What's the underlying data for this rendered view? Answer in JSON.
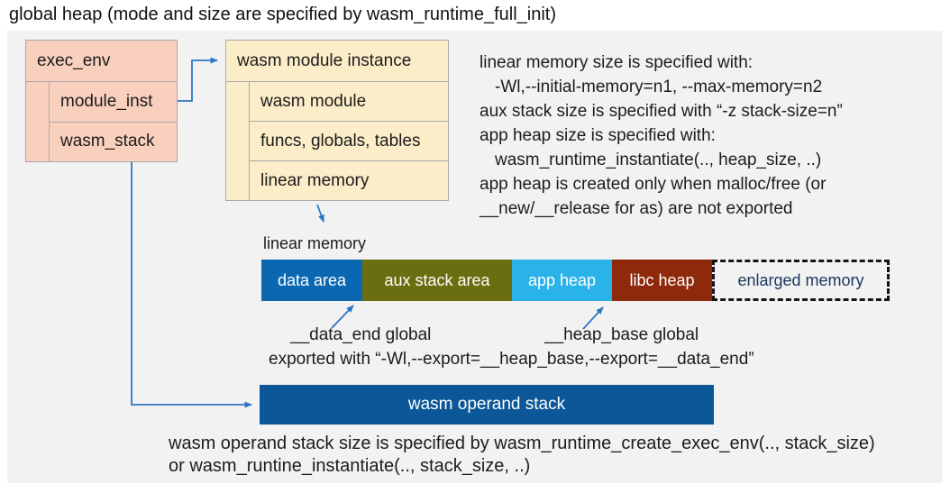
{
  "title": "global heap (mode and size are specified by wasm_runtime_full_init)",
  "colors": {
    "canvas_bg": "#f2f2f2",
    "exec_env_fill": "#f9d0bd",
    "module_instance_fill": "#fcedc9",
    "box_border": "#a8a8a8",
    "connector_blue": "#2e75c6",
    "data_area": "#0a68b2",
    "aux_stack_area": "#6b6e10",
    "app_heap": "#29b3e8",
    "libc_heap": "#8e2a0b",
    "operand_stack": "#0b5797",
    "enlarged_memory_text": "#17365d"
  },
  "exec_env": {
    "header": "exec_env",
    "rows": [
      "module_inst",
      "wasm_stack"
    ]
  },
  "module_instance": {
    "header": "wasm module instance",
    "rows": [
      "wasm module",
      "funcs, globals, tables",
      "linear memory"
    ]
  },
  "notes": {
    "lines": [
      {
        "text": "linear memory size is specified with:"
      },
      {
        "text": "-Wl,--initial-memory=n1, --max-memory=n2"
      },
      {
        "text": "aux stack size is specified with “-z stack-size=n”"
      },
      {
        "text": "app heap size is specified with:"
      },
      {
        "text": "wasm_runtime_instantiate(.., heap_size, ..)"
      },
      {
        "text": "app heap is created only when malloc/free (or"
      },
      {
        "text": "__new/__release for as) are not exported"
      }
    ]
  },
  "linear_memory": {
    "label": "linear memory",
    "segments": [
      {
        "label": "data area",
        "color": "#0a68b2",
        "text_color": "#ffffff",
        "width": 112,
        "style": "solid"
      },
      {
        "label": "aux stack area",
        "color": "#6b6e10",
        "text_color": "#ffffff",
        "width": 166,
        "style": "solid"
      },
      {
        "label": "app heap",
        "color": "#29b3e8",
        "text_color": "#ffffff",
        "width": 111,
        "style": "solid"
      },
      {
        "label": "libc heap",
        "color": "#8e2a0b",
        "text_color": "#ffffff",
        "width": 111,
        "style": "solid"
      },
      {
        "label": "enlarged memory",
        "color": "",
        "text_color": "#17365d",
        "width": 197,
        "style": "dashed"
      }
    ]
  },
  "annotations": {
    "data_end": "__data_end global",
    "heap_base": "__heap_base global",
    "exported": "exported with “-Wl,--export=__heap_base,--export=__data_end”"
  },
  "operand_stack": {
    "label": "wasm operand stack"
  },
  "footer": {
    "line1": "wasm operand stack size is specified by wasm_runtime_create_exec_env(.., stack_size)",
    "line2": "or wasm_runtine_instantiate(.., stack_size, ..)"
  }
}
